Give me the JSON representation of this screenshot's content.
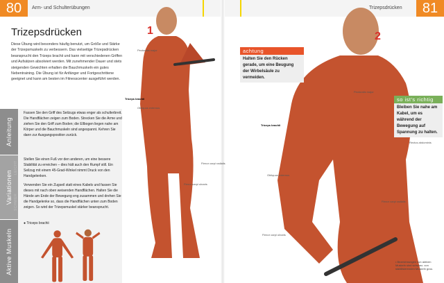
{
  "left_page": {
    "page_number": "80",
    "section": "Arm- und Schulterübungen",
    "title": "Trizepsdrücken",
    "intro": "Diese Übung wird besonders häufig benutzt, um Größe und Stärke der Trizepsmuskeln zu verbessern. Das vielseitige Trizepsdrücken beansprucht den Trizeps brachii und kann mit verschiedenen Griffen und Aufsätzen absolviert werden. Mit zunehmender Dauer und stets steigenden Gewichten erhalten die Bauchmuskeln ein gutes Nebentraining. Die Übung ist für Anfänger und Fortgeschrittene geeignet und kann am besten im Fitnesscenter ausgeführt werden.",
    "tabs": {
      "anleitung": "Anleitung",
      "variationen": "Variationen",
      "aktive": "Aktive Muskeln"
    },
    "anleitung_text": "Fassen Sie den Griff des Seilzugs etwas enger als schulterbreit. Die Handflächen zeigen zum Boden. Strecken Sie die Arme und ziehen Sie den Griff zum Boden; die Ellbogen liegen nahe am Körper und die Bauchmuskeln sind angespannt. Kehren Sie dann zur Ausgangsposition zurück.",
    "leicht_label": "LEICHT",
    "leicht_text": "Stellen Sie einen Fuß vor den anderen, um eine bessere Stabilität zu erreichen – dies hält auch den Rumpf still. Ein Seilzug mit einem 45-Grad-Winkel nimmt Druck von den Handgelenken.",
    "schwer_label": "SCHWER",
    "schwer_text": "Verwenden Sie ein Zugseil statt eines Kabels und fassen Sie dieses mit nach oben weisenden Handflächen. Halten Sie die Hände am Ende der Bewegung eng zusammen und drehen Sie die Handgelenke so, dass die Handflächen unten zum Boden zeigen. So wird der Trizepsmuskel stärker beansprucht.",
    "active_muscle": "Triceps brachii",
    "figure_number": "1",
    "labels": {
      "pect": "Pectoralis major",
      "tri": "Triceps brachii",
      "obl": "Obliquus externus",
      "fcr": "Flexor carpi radialis",
      "fcu": "Flexor carpi ulnaris"
    }
  },
  "right_page": {
    "page_number": "81",
    "title": "Trizepsdrücken",
    "figure_number": "2",
    "achtung": {
      "heading": "achtung",
      "text": "Halten Sie den Rücken gerade, um eine Beugung der Wirbelsäule zu vermeiden."
    },
    "richtig": {
      "heading": "so ist's richtig",
      "text": "Bleiben Sie nahe am Kabel, um es während der Bewegung auf Spannung zu halten."
    },
    "labels": {
      "pect": "Pectoralis major",
      "tri": "Triceps brachii",
      "rect": "Rectus abdominis",
      "obl": "Obliquus externus",
      "fcr": "Flexor carpi radialis",
      "fcu": "Flexor carpi ulnaris"
    },
    "footnote": "Bezeichnungen von aktiven Muskeln sind schwarz, von stabilisierenden Muskeln grau."
  },
  "colors": {
    "accent": "#f08a24",
    "warning": "#e8542a",
    "ok": "#7ab05a",
    "muscle": "#c4532f"
  }
}
